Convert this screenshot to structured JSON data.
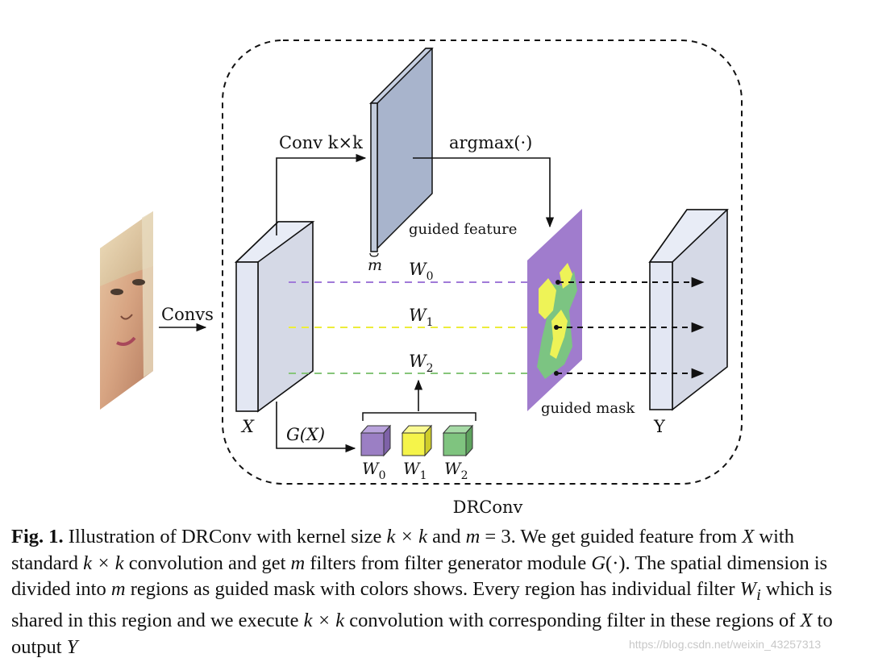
{
  "diagram": {
    "convs_label": "Convs",
    "conv_kxk_label": "Conv k×k",
    "argmax_label": "argmax(·)",
    "guided_feature_label": "guided feature",
    "m_label": "m",
    "x_label": "X",
    "gx_label": "G(X)",
    "guided_mask_label": "guided mask",
    "y_label": "Y",
    "drconv_label": "DRConv",
    "w_lines": [
      "W0",
      "W1",
      "W2"
    ],
    "filters": [
      {
        "label": "W0",
        "color": "#9b7fc4"
      },
      {
        "label": "W1",
        "color": "#f5f44a"
      },
      {
        "label": "W2",
        "color": "#7fc47f"
      }
    ],
    "colors": {
      "line_purple": "#a07ad8",
      "line_yellow": "#eded3a",
      "line_green": "#86c57a",
      "mask_bg": "#a07ccd",
      "mask_green": "#7cc482",
      "mask_yellow": "#eef357",
      "guided_feature_face": "#a8b4cc",
      "block_face": "#dfe3ef"
    }
  },
  "caption": {
    "fig": "Fig. 1.",
    "parts": [
      {
        "t": " Illustration of DRConv with kernel size ",
        "m": false
      },
      {
        "t": "k × k",
        "m": true
      },
      {
        "t": " and ",
        "m": false
      },
      {
        "t": "m",
        "m": true
      },
      {
        "t": " = 3. We get guided feature from ",
        "m": false
      },
      {
        "t": "X",
        "m": true
      },
      {
        "t": " with standard ",
        "m": false
      },
      {
        "t": "k × k",
        "m": true
      },
      {
        "t": " convolution and get ",
        "m": false
      },
      {
        "t": "m",
        "m": true
      },
      {
        "t": " filters from filter generator module ",
        "m": false
      },
      {
        "t": "G",
        "m": true
      },
      {
        "t": "(·). The spatial dimension is divided into ",
        "m": false
      },
      {
        "t": "m",
        "m": true
      },
      {
        "t": " regions as guided mask with colors shows. Every region has individual filter ",
        "m": false
      },
      {
        "t": "W",
        "m": true
      },
      {
        "t": "i",
        "m": true,
        "sub": true
      },
      {
        "t": " which is shared in this region and we execute ",
        "m": false
      },
      {
        "t": "k × k",
        "m": true
      },
      {
        "t": " convolution with corresponding filter in these regions of ",
        "m": false
      },
      {
        "t": "X",
        "m": true
      },
      {
        "t": " to output ",
        "m": false
      },
      {
        "t": "Y",
        "m": true
      }
    ]
  },
  "watermark": "https://blog.csdn.net/weixin_43257313"
}
